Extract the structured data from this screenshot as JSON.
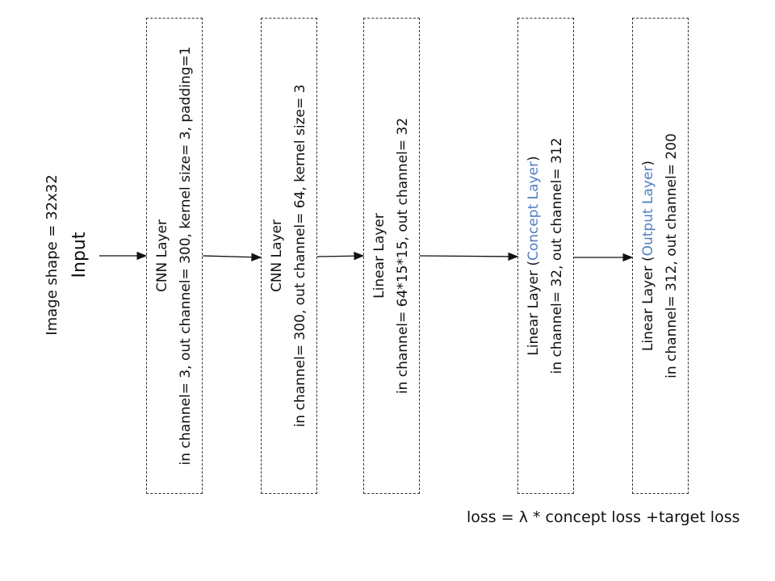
{
  "input": {
    "title": "Input",
    "shape": "Image shape = 32x32"
  },
  "layers": [
    {
      "title": "CNN Layer",
      "title_pre": "",
      "title_hl": "",
      "title_post": "",
      "params": "in channel= 3, out channel= 300, kernel size= 3, padding=1"
    },
    {
      "title": "CNN Layer",
      "title_pre": "",
      "title_hl": "",
      "title_post": "",
      "params": "in channel= 300, out channel= 64, kernel size= 3"
    },
    {
      "title": "Linear Layer",
      "title_pre": "",
      "title_hl": "",
      "title_post": "",
      "params": "in channel= 64*15*15, out channel= 32"
    },
    {
      "title": "",
      "title_pre": "Linear Layer (",
      "title_hl": "Concept Layer",
      "title_post": ")",
      "params": "in channel= 32, out channel= 312"
    },
    {
      "title": "",
      "title_pre": "Linear Layer (",
      "title_hl": "Output Layer",
      "title_post": ")",
      "params": "in channel= 312, out channel= 200"
    }
  ],
  "loss": "loss = λ * concept loss +target loss",
  "colors": {
    "highlight": "#4f7ec2",
    "border": "#333333",
    "arrow": "#111111"
  }
}
